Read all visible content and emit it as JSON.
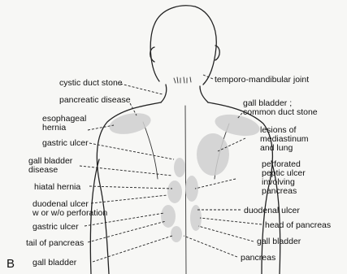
{
  "panel_label": "B",
  "labels": {
    "cystic_duct_stone": "cystic duct stone",
    "temporo_mandibular_joint": "temporo-mandibular joint",
    "pancreatic_disease": "pancreatic disease",
    "gall_bladder_common_duct_1": "gall bladder ;",
    "gall_bladder_common_duct_2": "common duct stone",
    "esophageal_hernia_1": "esophageal",
    "esophageal_hernia_2": "hernia",
    "lesions_1": "lesions of",
    "lesions_2": "mediastinum",
    "lesions_3": "and lung",
    "gastric_ulcer_upper": "gastric ulcer",
    "gall_bladder_disease_1": "gall bladder",
    "gall_bladder_disease_2": "disease",
    "perforated_1": "perforated",
    "perforated_2": "peptic ulcer",
    "perforated_3": "involving",
    "perforated_4": "pancreas",
    "hiatal_hernia": "hiatal hernia",
    "duodenal_ulcer_left_1": "duodenal ulcer",
    "duodenal_ulcer_left_2": "w or w/o perforation",
    "duodenal_ulcer_right": "duodenal ulcer",
    "gastric_ulcer_lower": "gastric ulcer",
    "head_of_pancreas": "head of pancreas",
    "tail_of_pancreas": "tail of pancreas",
    "gall_bladder_right": "gall bladder",
    "gall_bladder_left": "gall bladder",
    "pancreas": "pancreas"
  }
}
